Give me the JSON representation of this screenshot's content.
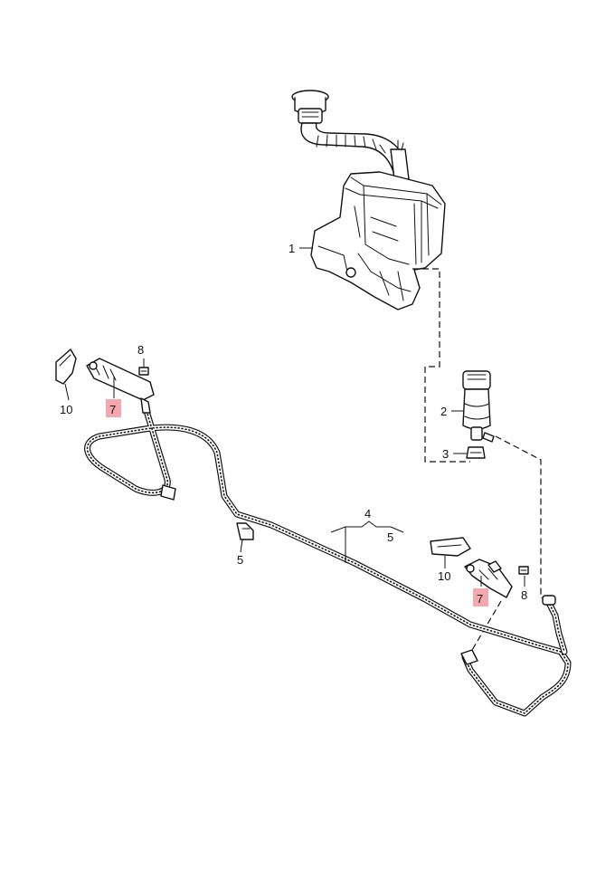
{
  "colors": {
    "line": "#111111",
    "highlight": "#f4a7ac",
    "background": "#ffffff"
  },
  "labels": {
    "l1": "1",
    "l2": "2",
    "l3": "3",
    "l4": "4",
    "l5a": "5",
    "l5b": "5",
    "l7a": "7",
    "l7b": "7",
    "l8a": "8",
    "l8b": "8",
    "l10a": "10",
    "l10b": "10"
  }
}
